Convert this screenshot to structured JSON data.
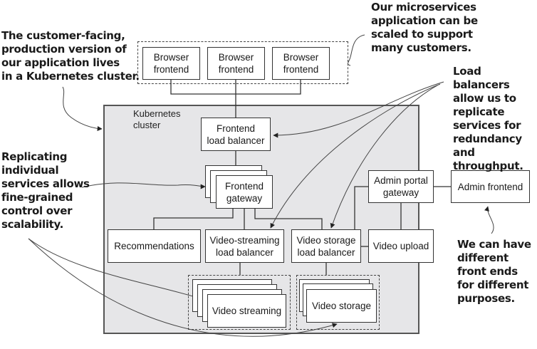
{
  "cluster": {
    "label_line1": "Kubernetes",
    "label_line2": "cluster"
  },
  "browser_frontends": [
    {
      "line1": "Browser",
      "line2": "frontend"
    },
    {
      "line1": "Browser",
      "line2": "frontend"
    },
    {
      "line1": "Browser",
      "line2": "frontend"
    }
  ],
  "nodes": {
    "frontend_lb": {
      "line1": "Frontend",
      "line2": "load balancer"
    },
    "frontend_gateway": {
      "line1": "Frontend",
      "line2": "gateway"
    },
    "recommendations": {
      "label": "Recommendations"
    },
    "video_streaming_lb": {
      "line1": "Video-streaming",
      "line2": "load balancer"
    },
    "video_storage_lb": {
      "line1": "Video storage",
      "line2": "load balancer"
    },
    "admin_portal_gateway": {
      "line1": "Admin portal",
      "line2": "gateway"
    },
    "video_upload": {
      "label": "Video upload"
    },
    "admin_frontend": {
      "label": "Admin frontend"
    },
    "video_streaming": {
      "label": "Video streaming"
    },
    "video_storage": {
      "label": "Video storage"
    }
  },
  "annotations": {
    "customer_facing": [
      "The customer-facing,",
      "production version of",
      "our application lives",
      "in a Kubernetes cluster."
    ],
    "microservices": [
      "Our microservices",
      "application can be",
      "scaled to support",
      "many customers."
    ],
    "load_balancers": [
      "Load balancers",
      "allow us to",
      "replicate",
      "services for",
      "redundancy and",
      "throughput."
    ],
    "replicating": [
      "Replicating",
      "individual",
      "services allows",
      "fine-grained",
      "control over",
      "scalability."
    ],
    "front_ends": [
      "We can have",
      "different",
      "front ends",
      "for different",
      "purposes."
    ]
  }
}
